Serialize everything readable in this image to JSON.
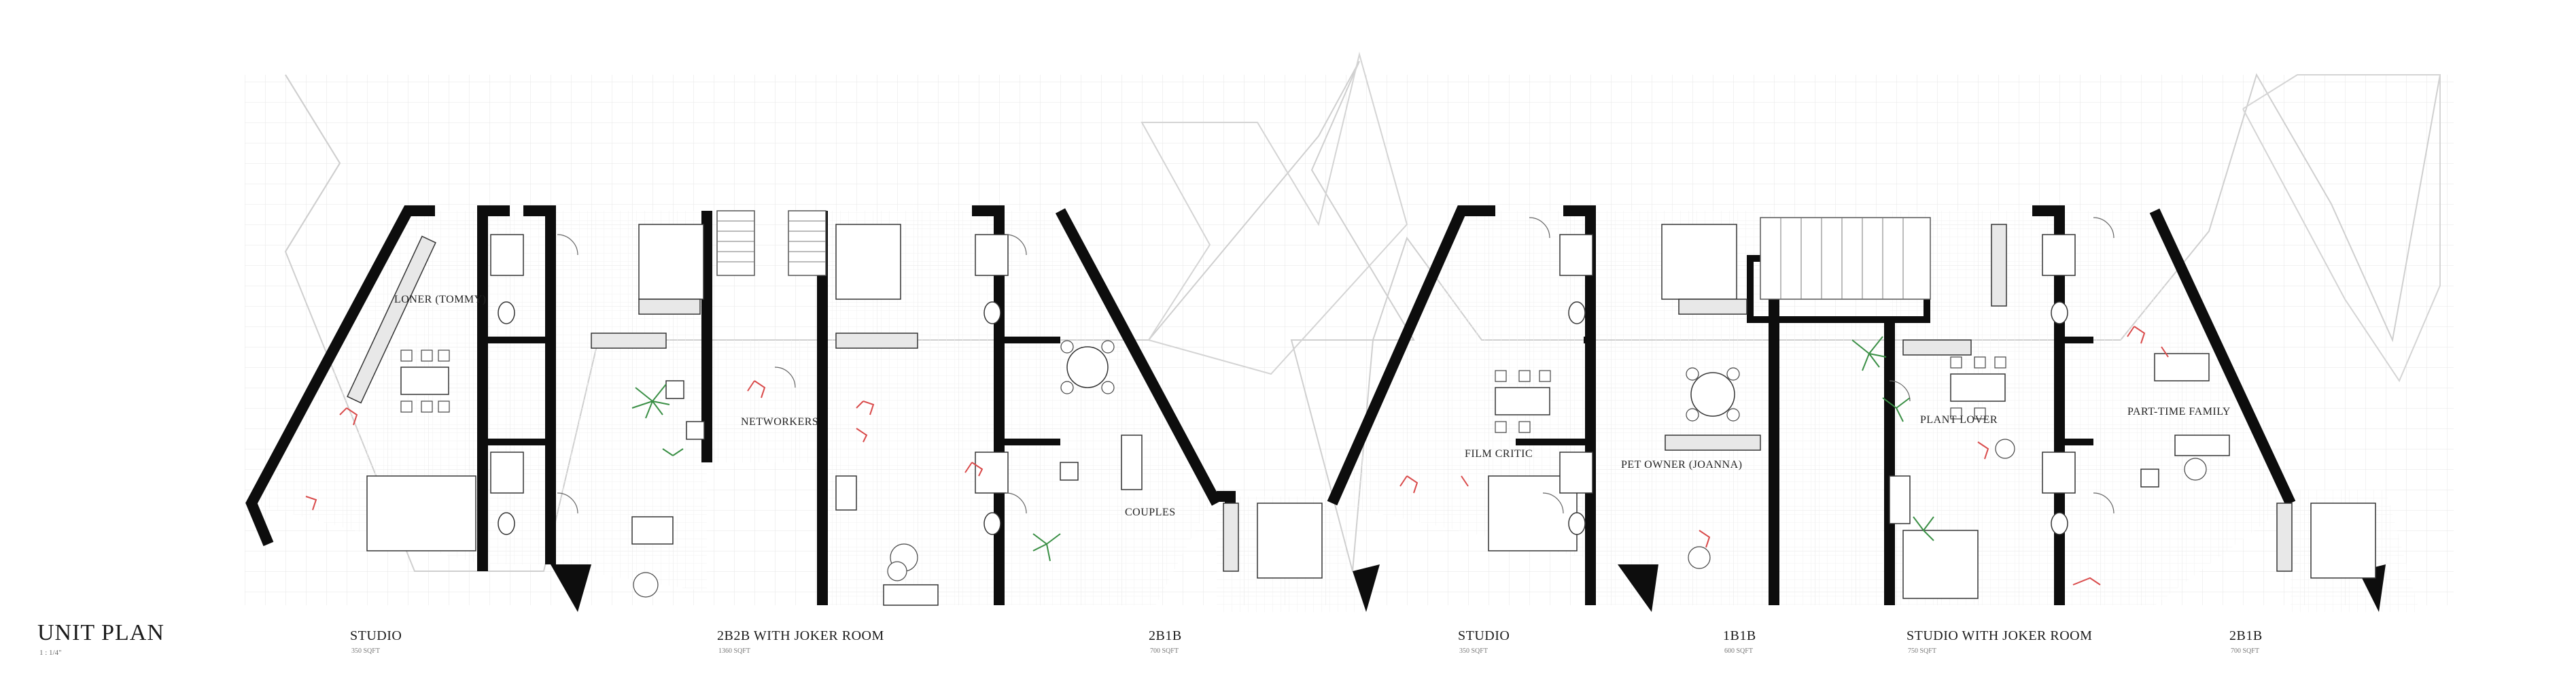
{
  "drawing": {
    "title": "UNIT PLAN",
    "scale": "1 : 1/4\"",
    "accent_color": "#d94a4a",
    "plant_color": "#3a8f45",
    "wall_color": "#0d0d0d",
    "grid_color": "#e4e4e4"
  },
  "units": [
    {
      "type": "STUDIO",
      "area": "350 SQFT"
    },
    {
      "type": "2B2B WITH JOKER ROOM",
      "area": "1360 SQFT"
    },
    {
      "type": "2B1B",
      "area": "700 SQFT"
    },
    {
      "type": "STUDIO",
      "area": "350 SQFT"
    },
    {
      "type": "1B1B",
      "area": "600 SQFT"
    },
    {
      "type": "STUDIO WITH JOKER ROOM",
      "area": "750 SQFT"
    },
    {
      "type": "2B1B",
      "area": "700 SQFT"
    }
  ],
  "residents": [
    "LONER (TOMMY)",
    "NETWORKERS",
    "COUPLES",
    "FILM CRITIC",
    "PET OWNER (JOANNA)",
    "PLANT LOVER",
    "PART-TIME FAMILY"
  ]
}
